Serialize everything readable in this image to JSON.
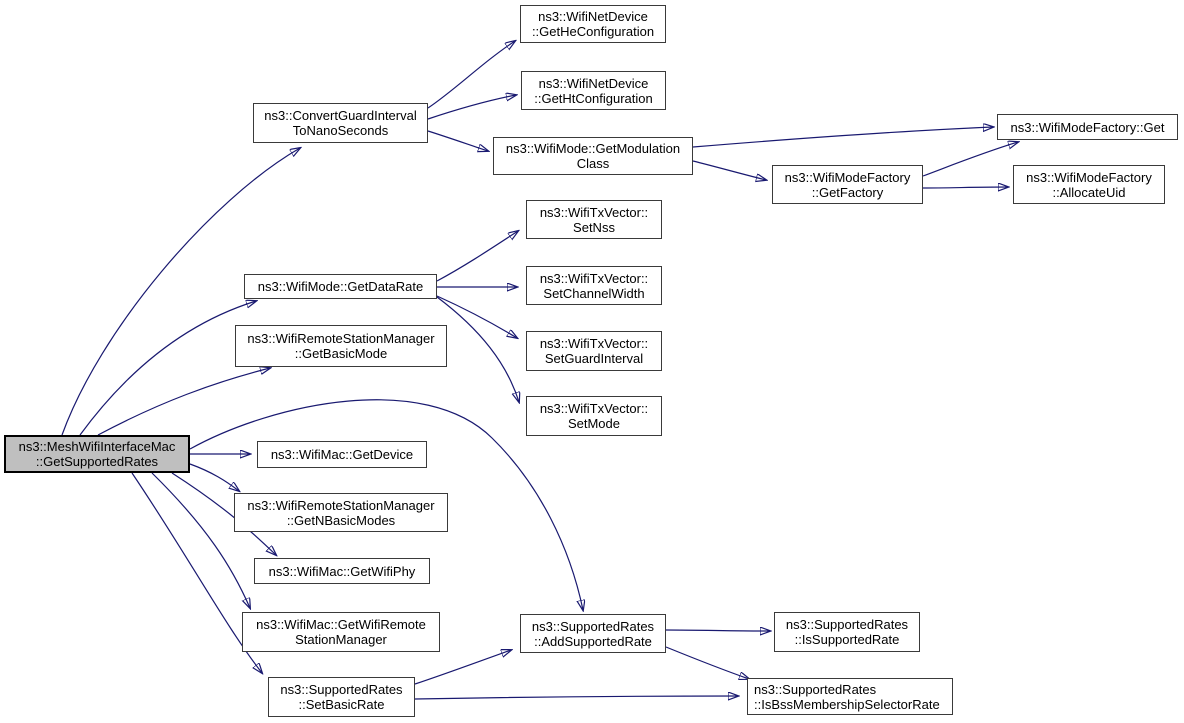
{
  "diagram": {
    "type": "doxygen-call-graph",
    "colors": {
      "background": "#ffffff",
      "edge": "#191970",
      "node_border": "#3a3a3a",
      "highlight_fill": "#bfbfbf",
      "text": "#000000"
    },
    "nodes": {
      "get_supported_rates": {
        "line1": "ns3::MeshWifiInterfaceMac",
        "line2": "::GetSupportedRates",
        "highlighted": true
      },
      "convert_guard_interval": {
        "line1": "ns3::ConvertGuardInterval",
        "line2": "ToNanoSeconds"
      },
      "get_he_configuration": {
        "line1": "ns3::WifiNetDevice",
        "line2": "::GetHeConfiguration"
      },
      "get_ht_configuration": {
        "line1": "ns3::WifiNetDevice",
        "line2": "::GetHtConfiguration"
      },
      "get_modulation_class": {
        "line1": "ns3::WifiMode::GetModulation",
        "line2": "Class"
      },
      "wifi_mode_factory_get": {
        "line1": "ns3::WifiModeFactory::Get"
      },
      "get_factory": {
        "line1": "ns3::WifiModeFactory",
        "line2": "::GetFactory"
      },
      "allocate_uid": {
        "line1": "ns3::WifiModeFactory",
        "line2": "::AllocateUid"
      },
      "get_data_rate": {
        "line1": "ns3::WifiMode::GetDataRate"
      },
      "set_nss": {
        "line1": "ns3::WifiTxVector::",
        "line2": "SetNss"
      },
      "set_channel_width": {
        "line1": "ns3::WifiTxVector::",
        "line2": "SetChannelWidth"
      },
      "set_guard_interval": {
        "line1": "ns3::WifiTxVector::",
        "line2": "SetGuardInterval"
      },
      "set_mode": {
        "line1": "ns3::WifiTxVector::",
        "line2": "SetMode"
      },
      "get_basic_mode": {
        "line1": "ns3::WifiRemoteStationManager",
        "line2": "::GetBasicMode"
      },
      "get_device": {
        "line1": "ns3::WifiMac::GetDevice"
      },
      "get_n_basic_modes": {
        "line1": "ns3::WifiRemoteStationManager",
        "line2": "::GetNBasicModes"
      },
      "get_wifi_phy": {
        "line1": "ns3::WifiMac::GetWifiPhy"
      },
      "get_wifi_remote_station_manager": {
        "line1": "ns3::WifiMac::GetWifiRemote",
        "line2": "StationManager"
      },
      "set_basic_rate": {
        "line1": "ns3::SupportedRates",
        "line2": "::SetBasicRate"
      },
      "add_supported_rate": {
        "line1": "ns3::SupportedRates",
        "line2": "::AddSupportedRate"
      },
      "is_supported_rate": {
        "line1": "ns3::SupportedRates",
        "line2": "::IsSupportedRate"
      },
      "is_bss_membership_selector_rate": {
        "line1": "ns3::SupportedRates",
        "line2": "::IsBssMembershipSelectorRate"
      }
    },
    "edges": [
      {
        "from": "get_supported_rates",
        "to": "convert_guard_interval"
      },
      {
        "from": "get_supported_rates",
        "to": "get_data_rate"
      },
      {
        "from": "get_supported_rates",
        "to": "get_basic_mode"
      },
      {
        "from": "get_supported_rates",
        "to": "get_device"
      },
      {
        "from": "get_supported_rates",
        "to": "get_n_basic_modes"
      },
      {
        "from": "get_supported_rates",
        "to": "get_wifi_phy"
      },
      {
        "from": "get_supported_rates",
        "to": "get_wifi_remote_station_manager"
      },
      {
        "from": "get_supported_rates",
        "to": "set_basic_rate"
      },
      {
        "from": "get_supported_rates",
        "to": "add_supported_rate"
      },
      {
        "from": "convert_guard_interval",
        "to": "get_he_configuration"
      },
      {
        "from": "convert_guard_interval",
        "to": "get_ht_configuration"
      },
      {
        "from": "convert_guard_interval",
        "to": "get_modulation_class"
      },
      {
        "from": "get_modulation_class",
        "to": "wifi_mode_factory_get"
      },
      {
        "from": "get_modulation_class",
        "to": "get_factory"
      },
      {
        "from": "get_factory",
        "to": "wifi_mode_factory_get"
      },
      {
        "from": "get_factory",
        "to": "allocate_uid"
      },
      {
        "from": "get_data_rate",
        "to": "set_nss"
      },
      {
        "from": "get_data_rate",
        "to": "set_channel_width"
      },
      {
        "from": "get_data_rate",
        "to": "set_guard_interval"
      },
      {
        "from": "get_data_rate",
        "to": "set_mode"
      },
      {
        "from": "set_basic_rate",
        "to": "add_supported_rate"
      },
      {
        "from": "set_basic_rate",
        "to": "is_bss_membership_selector_rate"
      },
      {
        "from": "add_supported_rate",
        "to": "is_supported_rate"
      },
      {
        "from": "add_supported_rate",
        "to": "is_bss_membership_selector_rate"
      }
    ]
  }
}
